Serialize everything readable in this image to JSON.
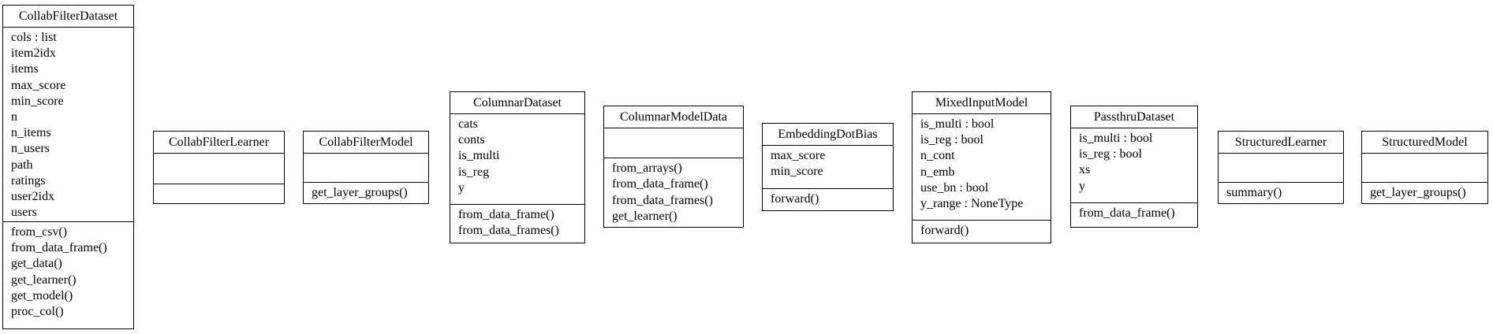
{
  "classes": [
    {
      "name": "CollabFilterDataset",
      "attributes": [
        "cols : list",
        "item2idx",
        "items",
        "max_score",
        "min_score",
        "n",
        "n_items",
        "n_users",
        "path",
        "ratings",
        "user2idx",
        "users"
      ],
      "methods": [
        "from_csv()",
        "from_data_frame()",
        "get_data()",
        "get_learner()",
        "get_model()",
        "proc_col()"
      ]
    },
    {
      "name": "CollabFilterLearner",
      "attributes": [],
      "methods": []
    },
    {
      "name": "CollabFilterModel",
      "attributes": [],
      "methods": [
        "get_layer_groups()"
      ]
    },
    {
      "name": "ColumnarDataset",
      "attributes": [
        "cats",
        "conts",
        "is_multi",
        "is_reg",
        "y"
      ],
      "methods": [
        "from_data_frame()",
        "from_data_frames()"
      ]
    },
    {
      "name": "ColumnarModelData",
      "attributes": [],
      "methods": [
        "from_arrays()",
        "from_data_frame()",
        "from_data_frames()",
        "get_learner()"
      ]
    },
    {
      "name": "EmbeddingDotBias",
      "attributes": [
        "max_score",
        "min_score"
      ],
      "methods": [
        "forward()"
      ]
    },
    {
      "name": "MixedInputModel",
      "attributes": [
        "is_multi : bool",
        "is_reg : bool",
        "n_cont",
        "n_emb",
        "use_bn : bool",
        "y_range : NoneType"
      ],
      "methods": [
        "forward()"
      ]
    },
    {
      "name": "PassthruDataset",
      "attributes": [
        "is_multi : bool",
        "is_reg : bool",
        "xs",
        "y"
      ],
      "methods": [
        "from_data_frame()"
      ]
    },
    {
      "name": "StructuredLearner",
      "attributes": [],
      "methods": [
        "summary()"
      ]
    },
    {
      "name": "StructuredModel",
      "attributes": [],
      "methods": [
        "get_layer_groups()"
      ]
    }
  ]
}
